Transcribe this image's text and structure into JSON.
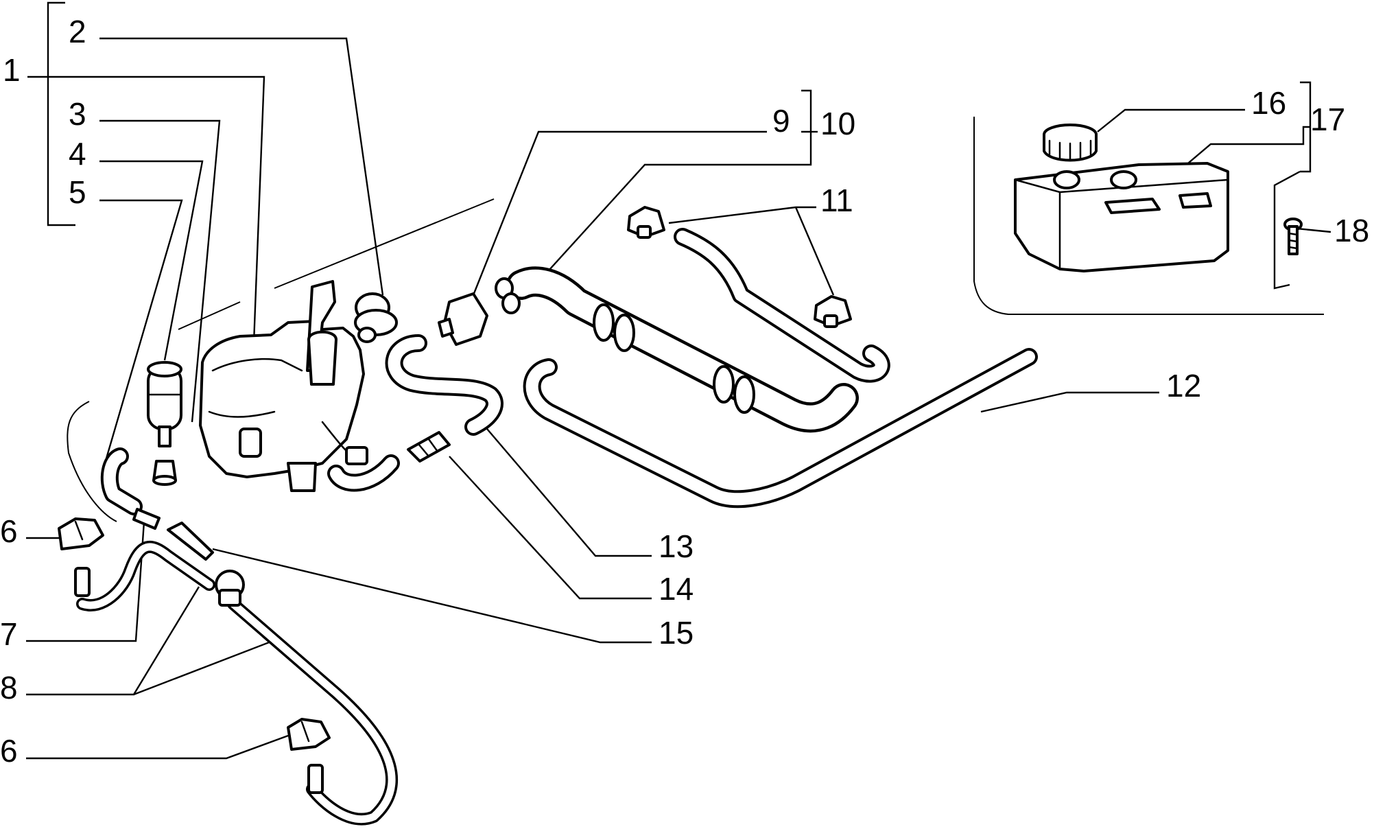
{
  "callouts": [
    {
      "id": "1",
      "label": "1"
    },
    {
      "id": "2",
      "label": "2"
    },
    {
      "id": "3",
      "label": "3"
    },
    {
      "id": "4",
      "label": "4"
    },
    {
      "id": "5",
      "label": "5"
    },
    {
      "id": "6a",
      "label": "6"
    },
    {
      "id": "6b",
      "label": "6"
    },
    {
      "id": "7",
      "label": "7"
    },
    {
      "id": "8",
      "label": "8"
    },
    {
      "id": "9",
      "label": "9"
    },
    {
      "id": "10",
      "label": "10"
    },
    {
      "id": "11",
      "label": "11"
    },
    {
      "id": "12",
      "label": "12"
    },
    {
      "id": "13",
      "label": "13"
    },
    {
      "id": "14",
      "label": "14"
    },
    {
      "id": "15",
      "label": "15"
    },
    {
      "id": "16",
      "label": "16"
    },
    {
      "id": "17",
      "label": "17"
    },
    {
      "id": "18",
      "label": "18"
    }
  ]
}
